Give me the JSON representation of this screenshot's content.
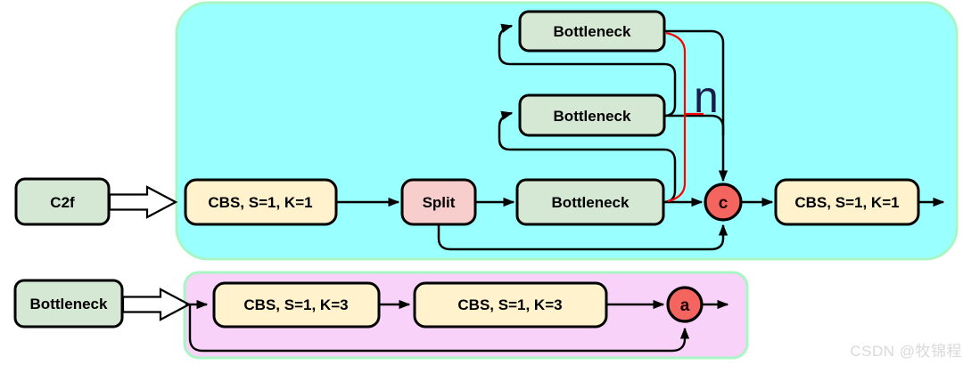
{
  "colors": {
    "panel_cyan": "#99ffff",
    "panel_pink": "#f8d2f8",
    "panel_border": "#a9f5c5",
    "node_green": "#d5e8d4",
    "node_yellow": "#fff2cc",
    "node_pink": "#f8cecc",
    "circle_red": "#f4655f",
    "bracket_red": "#ff0000",
    "repeat_text": "#1a1a4d",
    "watermark_gray": "#d9d9d9"
  },
  "c2f_block": {
    "input_label": "C2f",
    "cbs_in": "CBS, S=1, K=1",
    "split": "Split",
    "bottlenecks": [
      "Bottleneck",
      "Bottleneck",
      "Bottleneck"
    ],
    "repeat_label": "n",
    "concat_label": "c",
    "cbs_out": "CBS, S=1, K=1"
  },
  "bottleneck_block": {
    "input_label": "Bottleneck",
    "cbs1": "CBS, S=1, K=3",
    "cbs2": "CBS, S=1, K=3",
    "add_label": "a"
  },
  "watermark": "CSDN @牧锦程"
}
